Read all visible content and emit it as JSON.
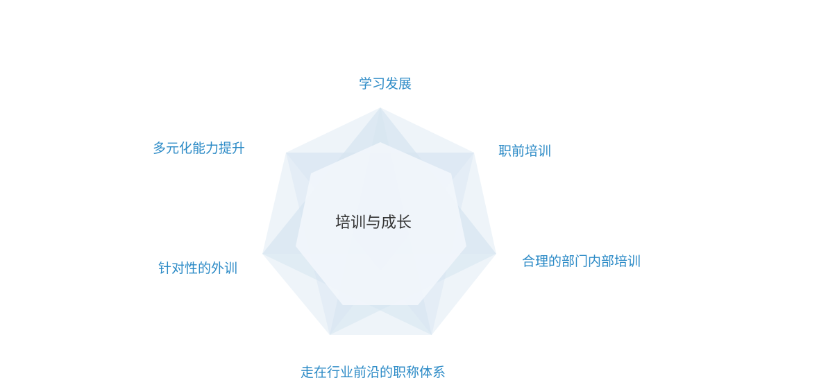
{
  "center": {
    "title": "培训与成长",
    "color": "#333333"
  },
  "nodes": [
    {
      "id": "top",
      "label": "学习发展"
    },
    {
      "id": "upper-right",
      "label": "职前培训"
    },
    {
      "id": "lower-right",
      "label": "合理的部门内部培训"
    },
    {
      "id": "bottom",
      "label": "走在行业前沿的职称体系"
    },
    {
      "id": "lower-left",
      "label": "针对性的外训"
    },
    {
      "id": "upper-left",
      "label": "多元化能力提升"
    }
  ],
  "colors": {
    "label": "#2b8ac6",
    "shape_fill": "#d3e3f0",
    "inner_fill": "#f3f7fb"
  }
}
